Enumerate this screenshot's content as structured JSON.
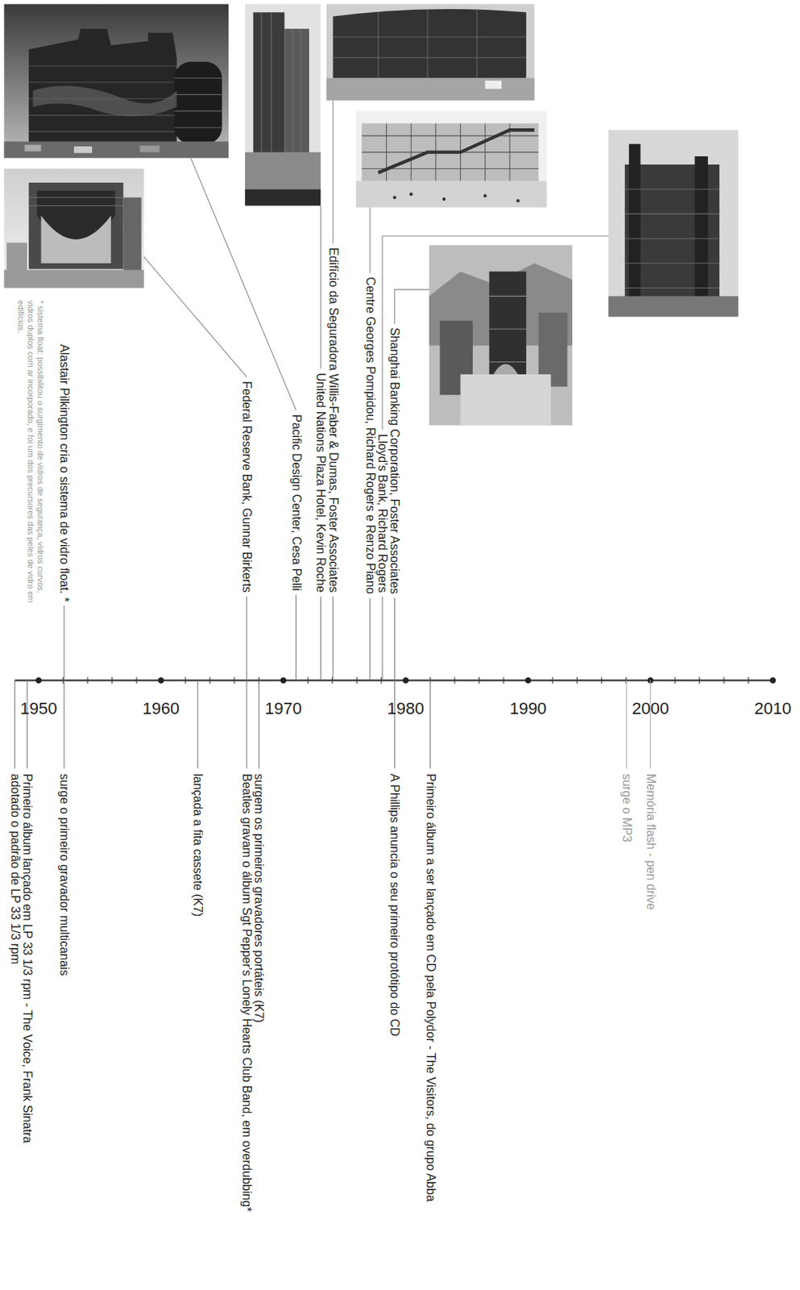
{
  "diagram": {
    "labels": [
      "Alastair Pilkington cria o sistema de vidro float. *",
      "* sistema float: possibilitou o surgimento de vidros de segurança, vidros curvos, vidros duplos com ar incorporado, e foi um dos precursores das peles de vidro em edifícios.",
      "Federal Reserve Bank, Gunnar Birkerts",
      "Pacific Design Center, Cesa Pelli",
      "United Nations Plaza Hotel, Kevin Roche",
      "Edifício da Seguradora Willis-Faber & Dumas, Foster Associates",
      "Centre Georges Pompidou, Richard Rogers e Renzo Piano",
      "Lloyd's Bank, Richard Rogers",
      "Shanghai Banking Corporation, Foster Associates",
      "1950",
      "1960",
      "1970",
      "1980",
      "1990",
      "2000",
      "2010",
      "adotado o padrão de LP 33 1/3 rpm",
      "Primeiro álbum lançado em LP 33 1/3 rpm - The Voice, Frank Sinatra",
      "surge o primeiro gravador multicanais",
      "lançada a fita cassete (K7)",
      "Beatles gravam o álbum Sgt Pepper's Lonely Hearts Club Band, em overdubbing*",
      "surgem os primeiros gravadores portáteis (K7)",
      "A Phillips anuncia o seu primeiro protótipo do CD",
      "Primeiro álbum a ser lançado em CD pela Polydor - The Visitors, do grupo Abba",
      "surge o MP3",
      "Memória flash - pen drive"
    ]
  }
}
